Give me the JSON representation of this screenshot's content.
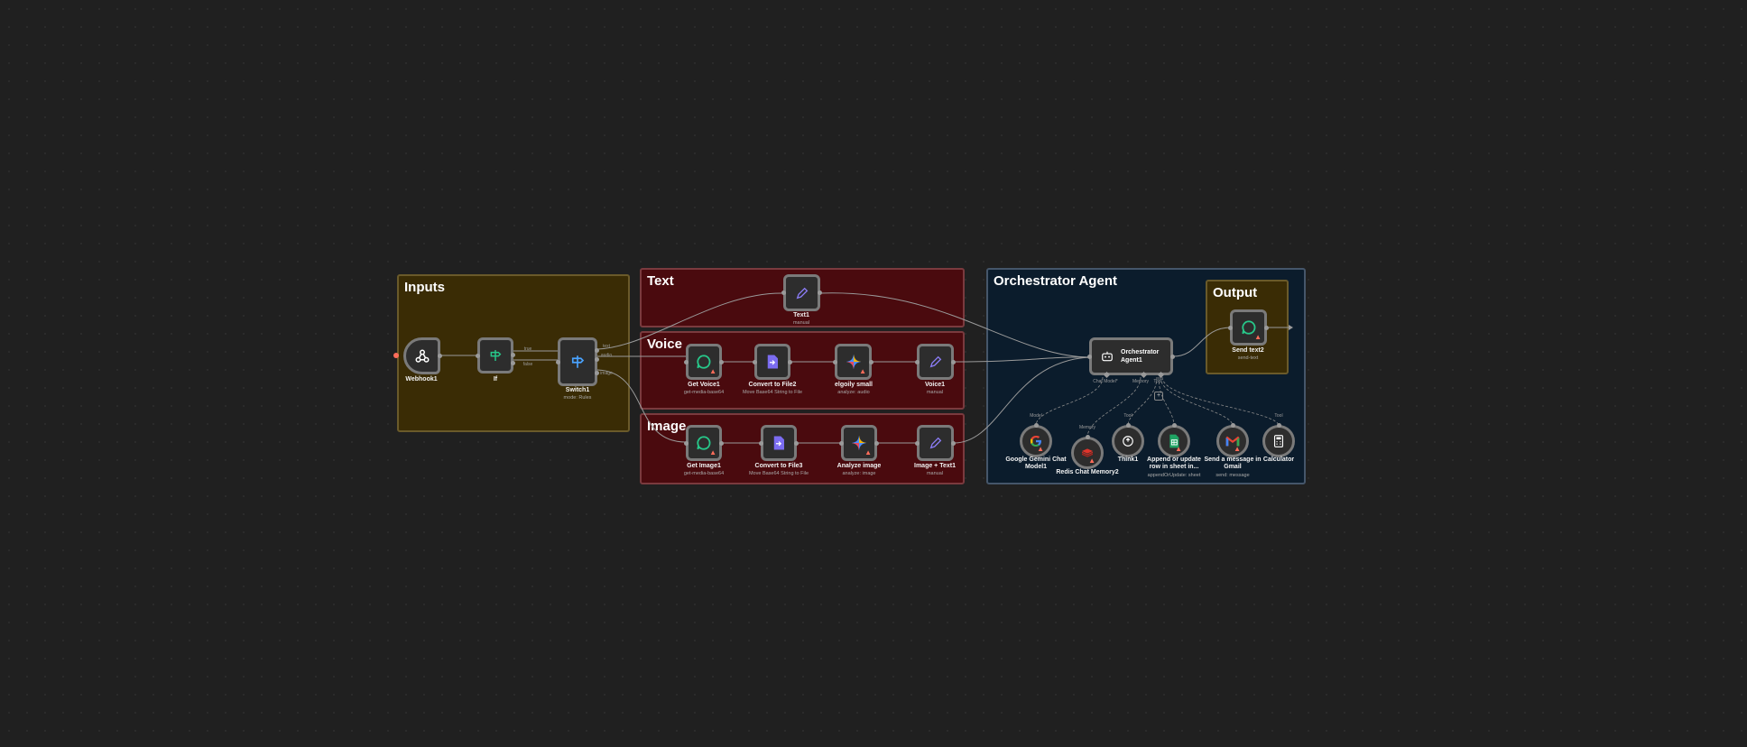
{
  "groups": {
    "inputs": {
      "title": "Inputs",
      "color": "#3a2c05"
    },
    "text": {
      "title": "Text",
      "color": "#4a0a0e"
    },
    "voice": {
      "title": "Voice",
      "color": "#4a0a0e"
    },
    "image": {
      "title": "Image",
      "color": "#4a0a0e"
    },
    "orchestrator": {
      "title": "Orchestrator Agent",
      "color": "#0b1c2c"
    },
    "output": {
      "title": "Output",
      "color": "#3a2c05"
    }
  },
  "nodes": {
    "webhook": {
      "label": "Webhook1",
      "icon": "webhook-icon"
    },
    "if": {
      "label": "If",
      "icon": "signpost-icon"
    },
    "switch": {
      "label": "Switch1",
      "sub": "mode: Rules",
      "icon": "signpost-icon"
    },
    "text1": {
      "label": "Text1",
      "sub": "manual",
      "icon": "pencil-icon"
    },
    "get_voice": {
      "label": "Get Voice1",
      "sub": "get-media-base64",
      "icon": "chat-bubble-icon"
    },
    "convert2": {
      "label": "Convert to File2",
      "sub": "Move Base64 String to File",
      "icon": "file-convert-icon"
    },
    "elgoily": {
      "label": "elgoily small",
      "sub": "analyze: audio",
      "icon": "gemini-icon"
    },
    "voice1": {
      "label": "Voice1",
      "sub": "manual",
      "icon": "pencil-icon"
    },
    "get_image": {
      "label": "Get Image1",
      "sub": "get-media-base64",
      "icon": "chat-bubble-icon"
    },
    "convert3": {
      "label": "Convert to File3",
      "sub": "Move Base64 String to File",
      "icon": "file-convert-icon"
    },
    "analyze": {
      "label": "Analyze image",
      "sub": "analyze: image",
      "icon": "gemini-icon"
    },
    "image_text": {
      "label": "Image + Text1",
      "sub": "manual",
      "icon": "pencil-icon"
    },
    "agent": {
      "label": "Orchestrator Agent1",
      "icon": "robot-icon"
    },
    "send_text": {
      "label": "Send text2",
      "sub": "send-text",
      "icon": "chat-bubble-icon"
    },
    "gemini_model": {
      "label": "Google Gemini Chat Model1",
      "icon": "google-icon"
    },
    "redis": {
      "label": "Redis Chat Memory2",
      "icon": "redis-icon"
    },
    "think": {
      "label": "Think1",
      "icon": "think-icon"
    },
    "sheets": {
      "label": "Append or update row in sheet in...",
      "sub": "appendOrUpdate: sheet",
      "icon": "sheets-icon"
    },
    "gmail": {
      "label": "Send a message in Gmail",
      "sub": "send: message",
      "icon": "gmail-icon"
    },
    "calculator": {
      "label": "Calculator",
      "icon": "calculator-icon"
    }
  },
  "agent_ports": {
    "chat_model": "Chat Model*",
    "memory": "Memory",
    "tool": "Tool"
  },
  "edge_labels": {
    "if_true": "true",
    "if_false": "false",
    "switch_text": "text",
    "switch_audio": "audio",
    "switch_image": "image",
    "model": "Model",
    "memory": "Memory",
    "tool_think": "Tool",
    "tool_calc": "Tool"
  },
  "colors": {
    "warning": "#ff6d5a",
    "accent_green": "#27c88a",
    "accent_purple": "#8b7cf6",
    "webhook_dot": "#ff6d5a"
  }
}
